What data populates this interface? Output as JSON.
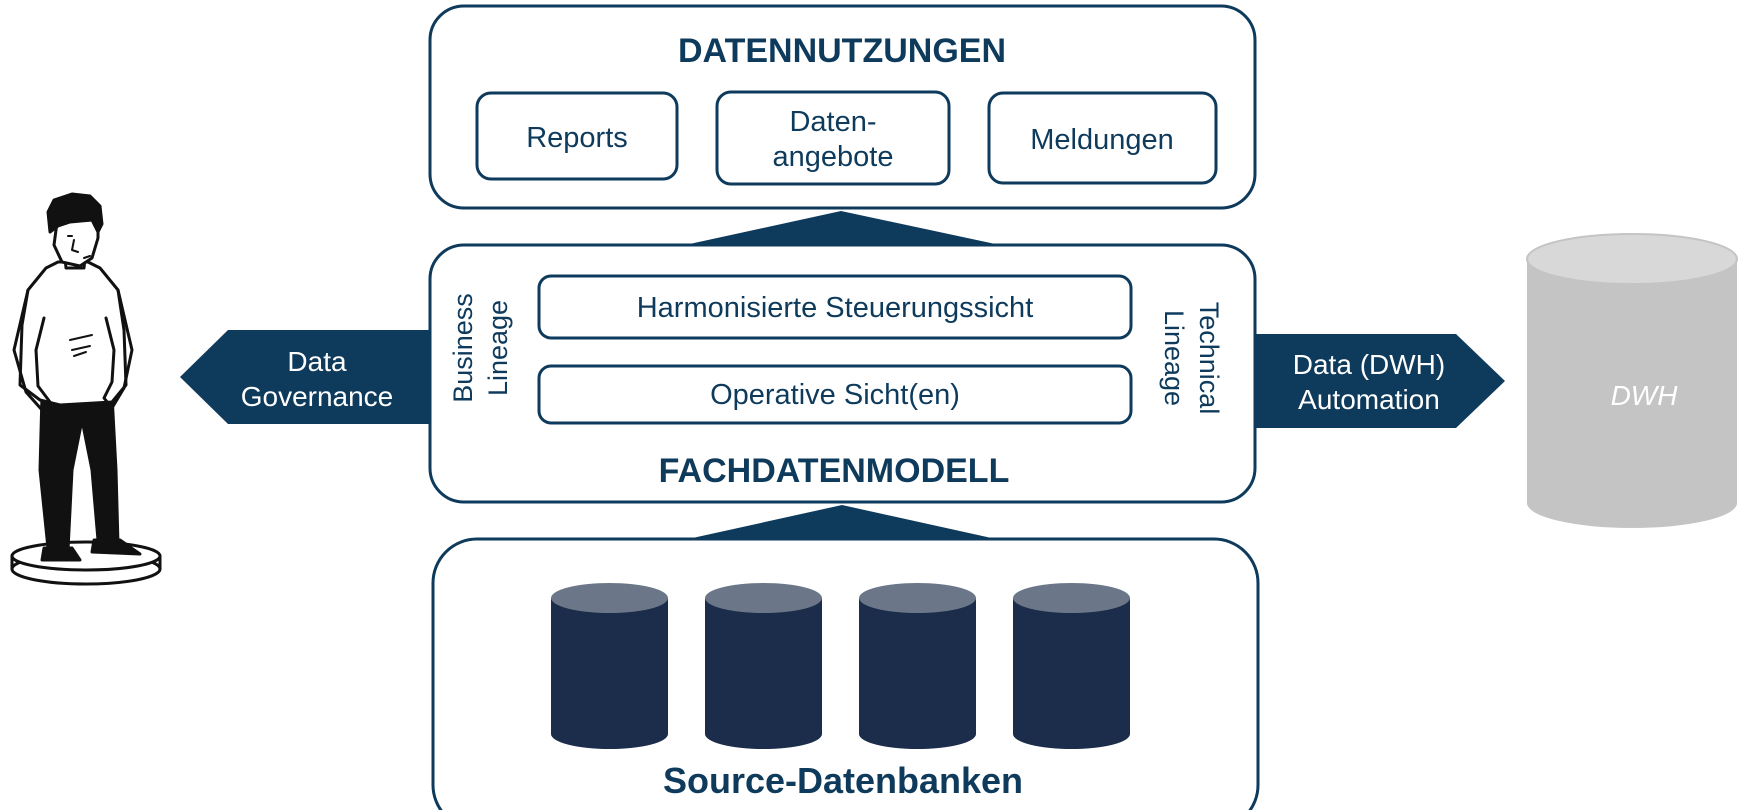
{
  "colors": {
    "navy": "#0e3a5c",
    "box_border": "#0e3a5c",
    "db_dark": "#1b2d4a",
    "db_top": "#6b7789",
    "dwh_gray": "#c4c4c4",
    "dwh_top": "#d8d8d8",
    "white": "#ffffff"
  },
  "top_section": {
    "title": "DATENNUTZUNGEN",
    "items": [
      {
        "lines": [
          "Reports"
        ]
      },
      {
        "lines": [
          "Daten-",
          "angebote"
        ]
      },
      {
        "lines": [
          "Meldungen"
        ]
      }
    ]
  },
  "middle_section": {
    "title": "FACHDATENMODELL",
    "views": [
      "Harmonisierte Steuerungssicht",
      "Operative Sicht(en)"
    ],
    "left_lineage": [
      "Business",
      "Lineage"
    ],
    "right_lineage": [
      "Technical",
      "Lineage"
    ]
  },
  "bottom_section": {
    "title": "Source-Datenbanken",
    "database_count": 4
  },
  "left_arrow": {
    "lines": [
      "Data",
      "Governance"
    ]
  },
  "right_arrow": {
    "lines": [
      "Data (DWH)",
      "Automation"
    ]
  },
  "dwh": {
    "label": "DWH"
  },
  "icons": {
    "person": "person-figure-icon",
    "database": "database-icon"
  }
}
